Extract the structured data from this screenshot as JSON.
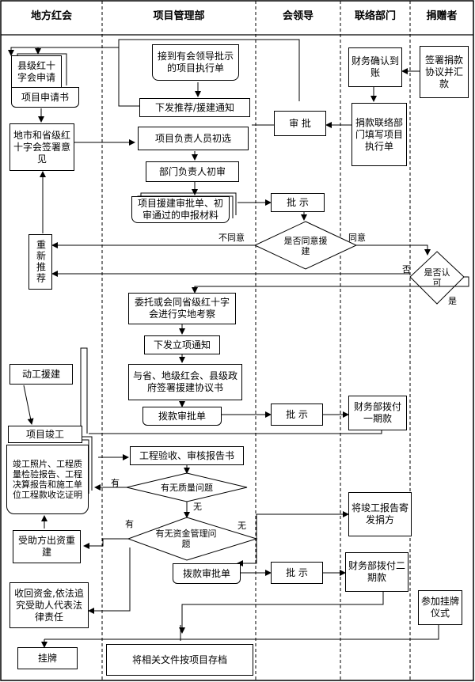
{
  "lanes": {
    "local_red_cross": "地方红会",
    "project_dept": "项目管理部",
    "leadership": "会领导",
    "liaison_dept": "联络部门",
    "donor": "捐赠者"
  },
  "nodes": {
    "county_apply": "县级红十字会申请",
    "project_application": "项目申请书",
    "city_province_opinion": "地市和省级红十字会签署意见",
    "re_recommend": "重新推荐",
    "receive_instruction": "接到有会领导批示的项目执行单",
    "issue_notice": "下发推荐/援建通知",
    "staff_primary_select": "项目负责人员初选",
    "dept_head_review": "部门负责人初审",
    "approval_docs": "项目援建审批单、初审通过的申报材料",
    "commission_inspect": "委托或会同省级红十字会进行实地考察",
    "issue_project_notice": "下发立项通知",
    "sign_agreement": "与省、地级红会、县级政府签署援建协议书",
    "payment_approval_1": "拨款审批单",
    "engineering_review": "工程验收、审核报告书",
    "payment_approval_2": "拨款审批单",
    "archive": "将相关文件按项目存档",
    "approve_review": "审 批",
    "instruct_1": "批 示",
    "instruct_2": "批 示",
    "instruct_3": "批 示",
    "finance_confirm": "财务确认到账",
    "donation_exec_form": "捐款联络部门填写项目执行单",
    "finance_pay_1": "财务部拨付一期款",
    "completion_report_to_donor": "将竣工报告寄发捐方",
    "finance_pay_2": "财务部拨付二期款",
    "sign_donation_agreement": "签署捐款协议并汇款",
    "plaque_ceremony": "参加挂牌仪式",
    "start_construction": "动工援建",
    "project_completion": "项目竣工",
    "completion_materials": "竣工照片、工程质量检验报告、工程决算报告和施工单位工程款收讫证明",
    "recipient_rebuild": "受助方出资重建",
    "recover_funds": "收回资金,依法追究受助人代表法律责任",
    "hang_plaque": "挂牌"
  },
  "decisions": {
    "leader_agree": "是否同意援建",
    "donor_approve": "是否认可",
    "quality_issue": "有无质量问题",
    "fund_mismanagement": "有无资金管理问题"
  },
  "edge_labels": {
    "disagree": "不同意",
    "agree": "同意",
    "no": "否",
    "yes": "是",
    "has": "有",
    "none": "无",
    "has_2": "有",
    "none_2": "无"
  }
}
